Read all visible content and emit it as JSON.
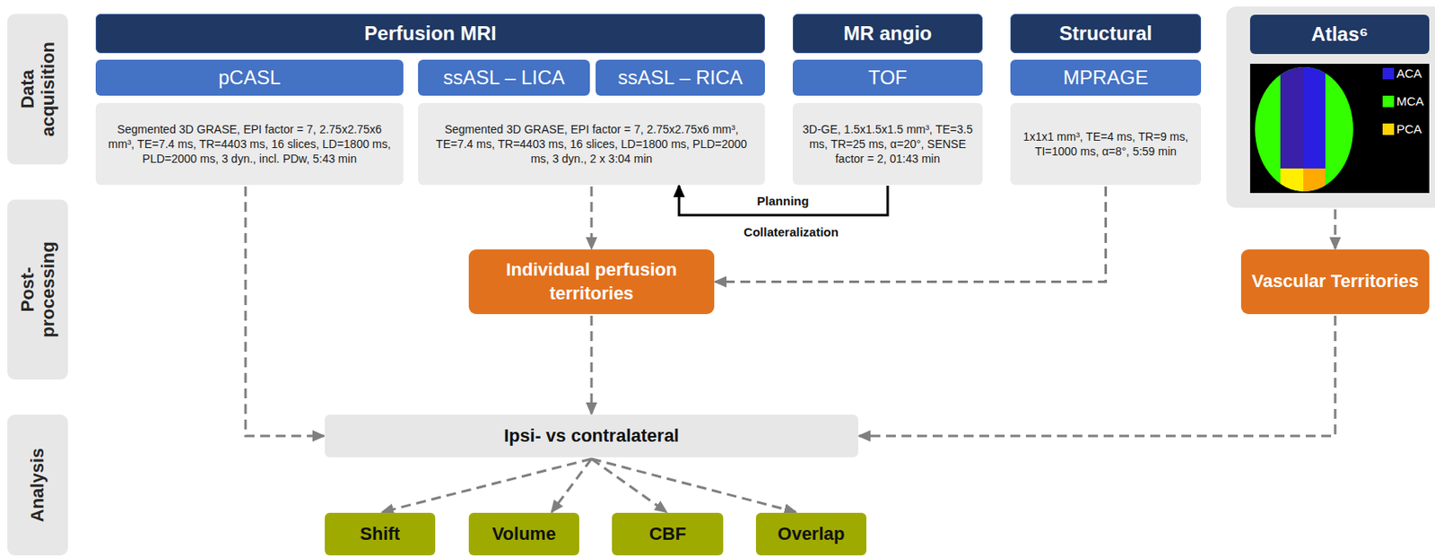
{
  "diagram": {
    "nodes": [
      {
        "text": [
          "Data acquisition"
        ]
      },
      {
        "text": [
          "Post- processing"
        ]
      },
      {
        "text": [
          "Analysis"
        ]
      },
      {
        "text": [
          "Perfusion MRI"
        ]
      },
      {
        "text": [
          "pCASL"
        ]
      },
      {
        "text": [
          "Segmented 3D GRASE, EPI factor = 7, 2.75x2.75x6 mm³, TE=7.4 ms, TR=4403 ms, 16 slices, LD=1800 ms, PLD=2000 ms, 3 dyn., incl. PDw, 5:43 min"
        ]
      },
      {
        "text": [
          "ssASL – LICA"
        ]
      },
      {
        "text": [
          "ssASL – RICA"
        ]
      },
      {
        "text": [
          "Segmented 3D GRASE, EPI factor = 7, 2.75x2.75x6 mm³, TE=7.4 ms, TR=4403 ms, 16 slices, LD=1800 ms, PLD=2000 ms, 3 dyn., 2 x 3:04 min"
        ]
      },
      {
        "text": [
          "MR angio"
        ]
      },
      {
        "text": [
          "TOF"
        ]
      },
      {
        "text": [
          "3D-GE, 1.5x1.5x1.5 mm³, TE=3.5 ms, TR=25 ms, α=20°, SENSE factor = 2, 01:43 min"
        ]
      },
      {
        "text": [
          "Structural"
        ]
      },
      {
        "text": [
          "MPRAGE"
        ]
      },
      {
        "text": [
          "1x1x1 mm³, TE=4 ms, TR=9 ms, TI=1000 ms, α=8°, 5:59 min"
        ]
      },
      {
        "text": [
          "Atlas⁶"
        ]
      },
      {
        "text": [
          "Individual perfusion territories"
        ]
      },
      {
        "text": [
          "Vascular Territories"
        ]
      },
      {
        "text": [
          "Ipsi- vs contralateral"
        ]
      },
      {
        "text": [
          "Shift"
        ]
      },
      {
        "text": [
          "Volume"
        ]
      },
      {
        "text": [
          "CBF"
        ]
      },
      {
        "text": [
          "Overlap"
        ]
      }
    ],
    "edges": [
      {
        "from": 5,
        "to": 18,
        "arrow": "to"
      },
      {
        "from": 8,
        "to": 16,
        "arrow": "to"
      },
      {
        "from": 11,
        "to": 8,
        "label": "Planning",
        "arrow": "to"
      },
      {
        "from": 14,
        "to": 16,
        "arrow": "to"
      },
      {
        "from": 15,
        "to": 17,
        "arrow": "to"
      },
      {
        "from": 16,
        "to": 18,
        "arrow": "to"
      },
      {
        "from": 17,
        "to": 18,
        "arrow": "to"
      },
      {
        "from": 18,
        "to": 19,
        "arrow": "to"
      },
      {
        "from": 18,
        "to": 20,
        "arrow": "to"
      },
      {
        "from": 18,
        "to": 21,
        "arrow": "to"
      },
      {
        "from": 18,
        "to": 22,
        "arrow": "to"
      }
    ],
    "labels": [
      "Collateralization"
    ],
    "legend": [
      {
        "text": "ACA",
        "color": "#2a1fe0"
      },
      {
        "text": "MCA",
        "color": "#33ff00"
      },
      {
        "text": "PCA",
        "color": "#ffd500"
      }
    ]
  }
}
